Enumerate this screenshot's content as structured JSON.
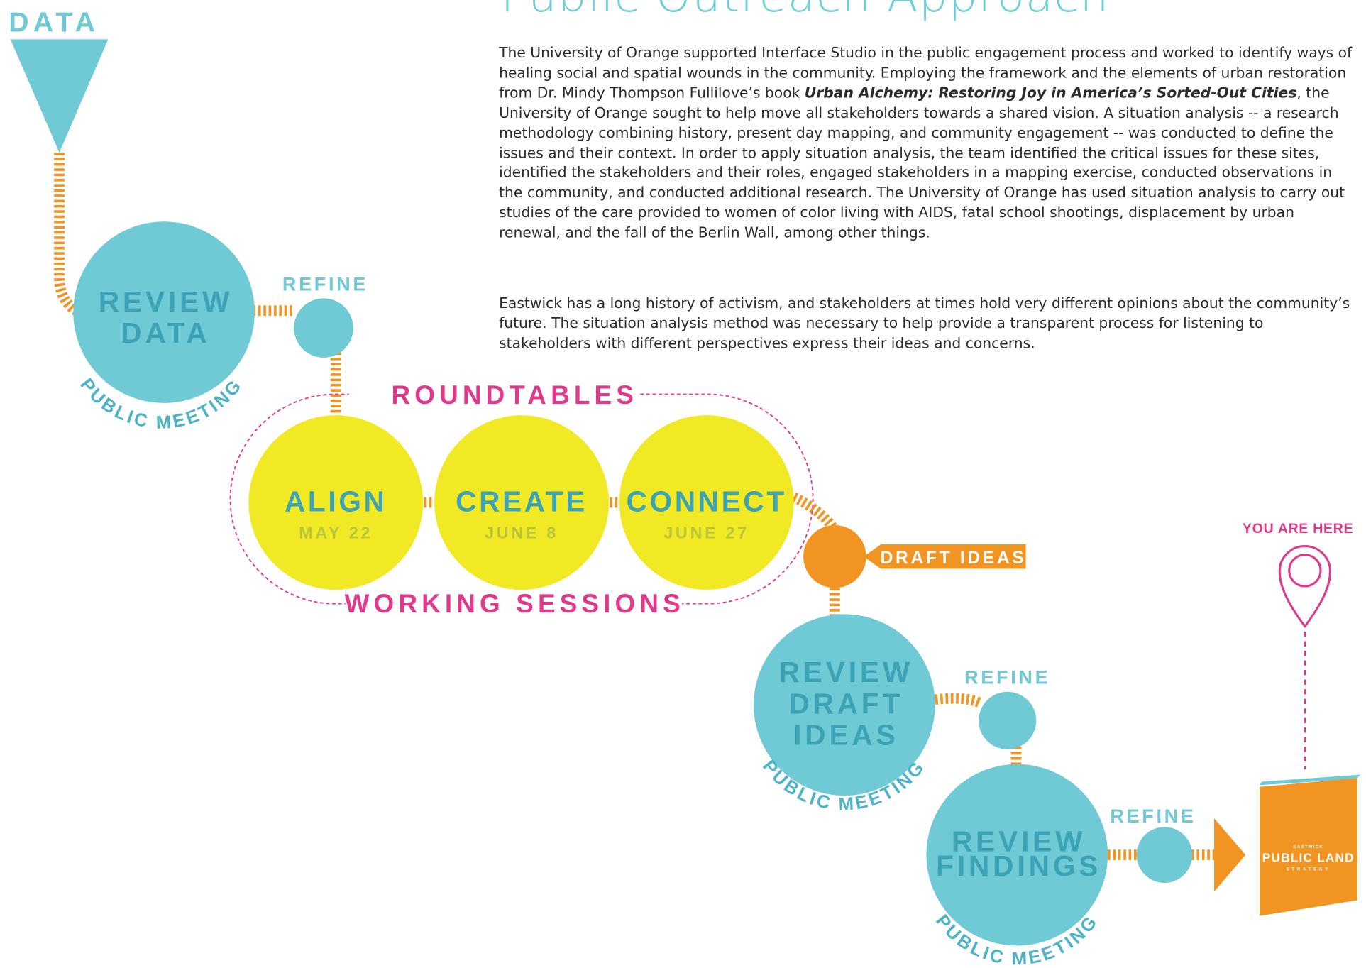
{
  "title": "Public Outreach Approach",
  "body": {
    "p1_before": "The University of Orange supported Interface Studio in the public engagement process and worked to identify ways of healing social and spatial wounds in the community. Employing the framework and the elements of urban restoration from Dr. Mindy Thompson Fullilove’s book ",
    "p1_book": "Urban Alchemy: Restoring Joy in America’s Sorted-Out Cities",
    "p1_after": ", the University of Orange sought to help move all stakeholders towards a shared vision. A situation analysis -- a research methodology combining history, present day mapping, and community engagement -- was conducted to define the issues and their context. In order to apply situation analysis, the team identified the critical issues for these sites, identified the stakeholders and their roles, engaged stakeholders in a mapping exercise, conducted observations in the community, and conducted additional research. The University of Orange has used situation analysis to carry out studies of the care provided to women of color living with AIDS, fatal school shootings, displacement by urban renewal, and the fall of the Berlin Wall, among other things.",
    "p2": "Eastwick has a long history of activism, and stakeholders at times hold very different opinions about the community’s future. The situation analysis method was necessary to help provide a transparent process for listening to stakeholders with different perspectives express their ideas and concerns."
  },
  "diagram": {
    "data_label": "DATA",
    "refine_label": "REFINE",
    "public_meeting_label": "PUBLIC MEETING",
    "meeting_1": {
      "line1": "REVIEW",
      "line2": "DATA"
    },
    "roundtables_label": "ROUNDTABLES",
    "working_sessions_label": "WORKING SESSIONS",
    "sessions": [
      {
        "name": "ALIGN",
        "date": "MAY 22"
      },
      {
        "name": "CREATE",
        "date": "JUNE 8"
      },
      {
        "name": "CONNECT",
        "date": "JUNE 27"
      }
    ],
    "draft_ideas_label": "DRAFT IDEAS",
    "meeting_2": {
      "line1": "REVIEW",
      "line2": "DRAFT",
      "line3": "IDEAS"
    },
    "meeting_3": {
      "line1": "REVIEW",
      "line2": "FINDINGS"
    },
    "you_are_here_label": "YOU ARE HERE",
    "book": {
      "kicker": "EASTWICK",
      "title": "PUBLIC LAND",
      "subtitle": "STRATEGY"
    },
    "colors": {
      "teal": "#6fcad6",
      "teal_text": "#3ba3b5",
      "yellow": "#f2e925",
      "yellow_text": "#b8c63a",
      "orange": "#f29422",
      "pink": "#e2388c",
      "meeting_label": "#4db3c7",
      "title": "#6fcfd6"
    }
  }
}
